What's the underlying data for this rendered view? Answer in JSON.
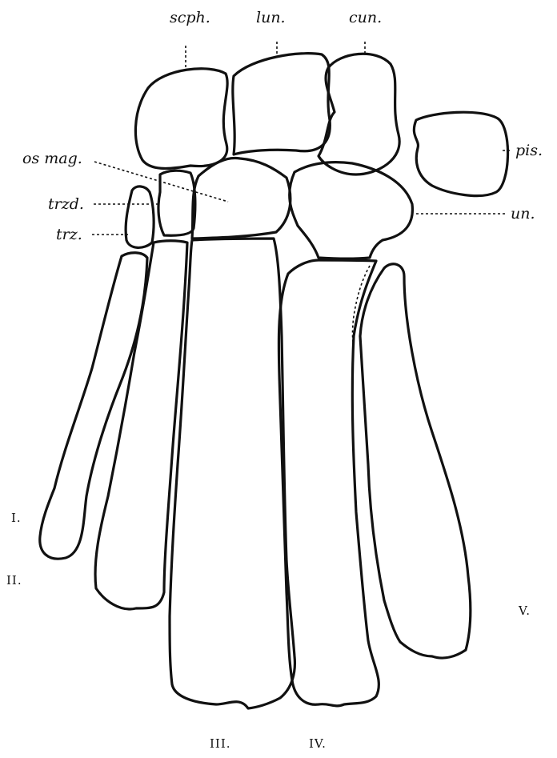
{
  "carpals": {
    "scaphoid": "scph.",
    "lunar": "lun.",
    "cuneiform": "cun.",
    "pisiform": "pis.",
    "os_magnum": "os mag.",
    "trapezoid": "trzd.",
    "trapezium": "trz.",
    "unciform": "un."
  },
  "metacarpals": {
    "first": "I.",
    "second": "II.",
    "third": "III.",
    "fourth": "IV.",
    "fifth": "V."
  }
}
